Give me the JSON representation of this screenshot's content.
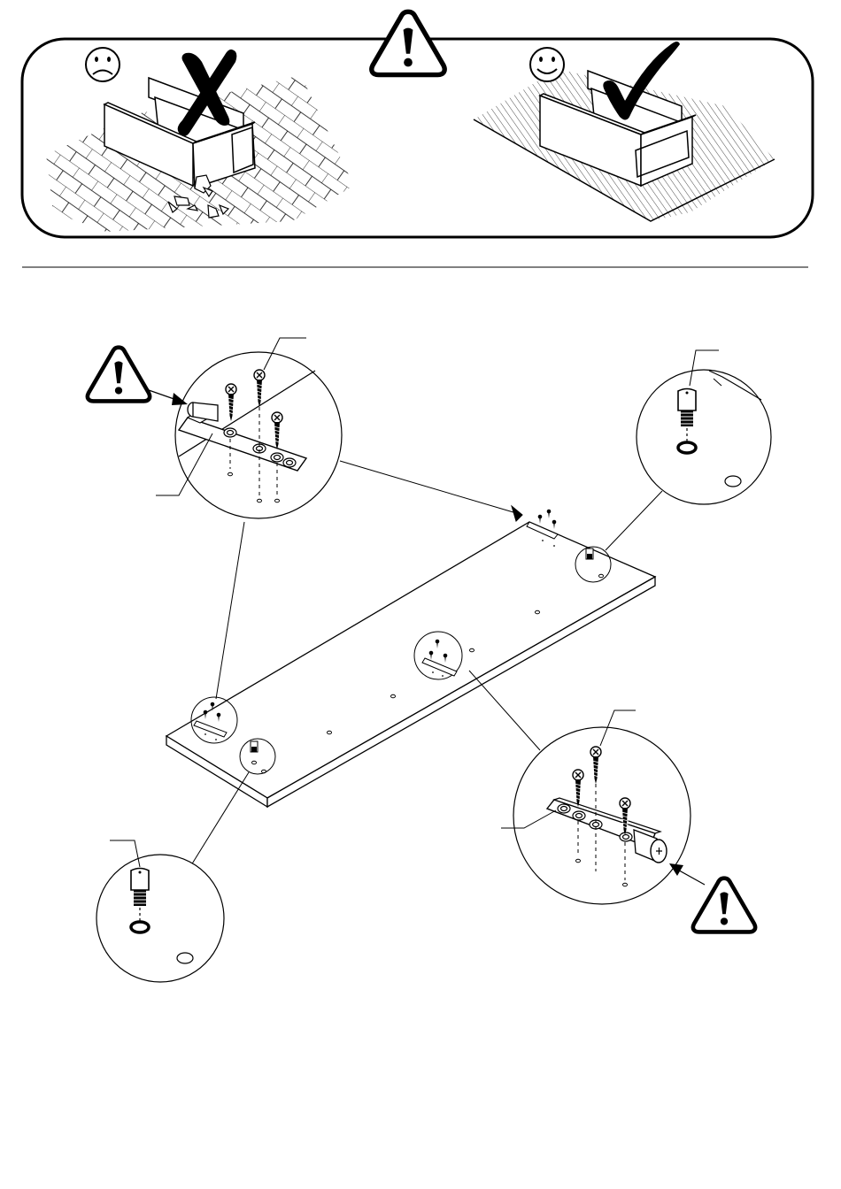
{
  "page": {
    "type": "assembly-instruction-sheet",
    "background_color": "#ffffff",
    "line_color": "#000000"
  },
  "warning_panel": {
    "center_icon": "warning-triangle-icon",
    "wrong_example": {
      "face_icon": "sad-face-icon",
      "mark_icon": "cross-mark-icon",
      "surface": "hard-tiled-floor",
      "result": "panel-damaged"
    },
    "right_example": {
      "face_icon": "smiley-face-icon",
      "mark_icon": "check-mark-icon",
      "surface": "soft-carpet"
    }
  },
  "assembly_step": {
    "board": "long-panel",
    "hinge_detail_icon": "hinge-plate-icon",
    "screw_icon": "screw-icon",
    "foot_detail_icon": "glide-foot-icon",
    "warning_icon": "warning-triangle-icon",
    "hinge_count": 3,
    "foot_count": 2
  }
}
